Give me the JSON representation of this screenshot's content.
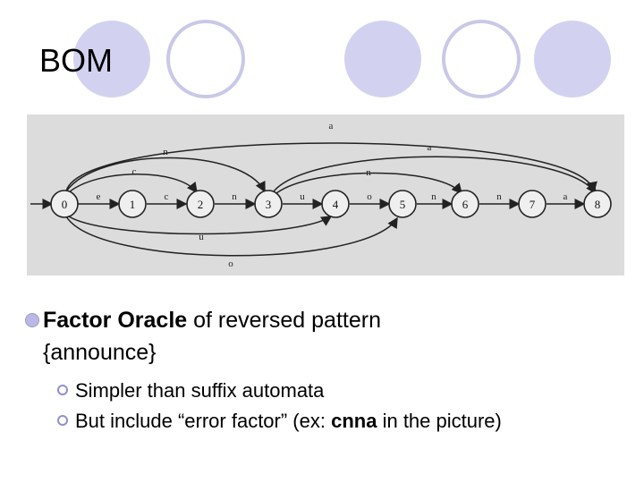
{
  "slide": {
    "title": "BOM"
  },
  "colors": {
    "circle_fill": "#d2d2f0",
    "circle_ring": "#c8c8e8",
    "bullet": "#b9b9e6"
  },
  "figure": {
    "nodes": [
      "0",
      "1",
      "2",
      "3",
      "4",
      "5",
      "6",
      "7",
      "8"
    ],
    "edge_labels": {
      "e01": "e",
      "e12": "c",
      "e23": "n",
      "e34": "u",
      "e45": "o",
      "e56": "n",
      "e67": "n",
      "e78": "a",
      "e02c": "c",
      "e03n": "n",
      "e08a": "a",
      "e38a": "a",
      "e36n": "n",
      "e05o": "o",
      "e04u": "u"
    }
  },
  "bullets": {
    "main_bold": "Factor Oracle",
    "main_rest": " of reversed pattern",
    "main_line2": "{announce}",
    "sub1": "Simpler than suffix automata",
    "sub2_pre": "But include “error factor”  (ex: ",
    "sub2_bold": "cnna",
    "sub2_post": " in the picture)"
  }
}
